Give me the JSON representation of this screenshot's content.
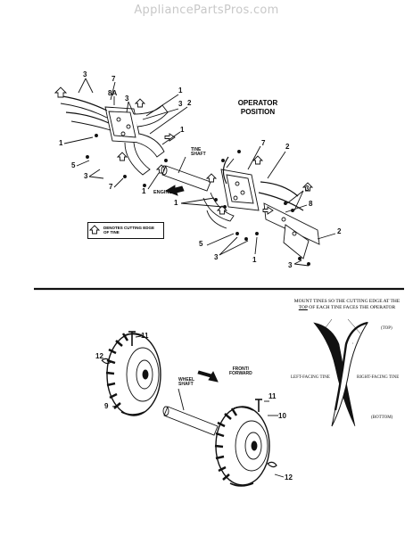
{
  "watermark": "AppliancePartsPros.com",
  "operator_position": {
    "line1": "OPERATOR",
    "line2": "POSITION"
  },
  "tine_shaft": {
    "line1": "TINE",
    "line2": "SHAFT"
  },
  "engine_label": "ENGINE",
  "legend": {
    "line1": "DENOTES CUTTING EDGE",
    "line2": "OF TINE"
  },
  "callouts_top": {
    "c3a": "3",
    "c7a": "7",
    "c8a": "8A",
    "c3b": "3",
    "c1a": "1",
    "c3c": "3",
    "c2a": "2",
    "c1b": "1",
    "c1c": "1",
    "c5a": "5",
    "c3d": "3",
    "c7b": "7",
    "c1d": "1",
    "c7c": "7",
    "c2b": "2",
    "c1e": "1",
    "c3e": "3",
    "c8b": "8",
    "c5b": "5",
    "c3f": "3",
    "c1f": "1",
    "c2c": "2",
    "c3g": "3"
  },
  "wheel_section": {
    "c11a": "11",
    "c12a": "12",
    "c9": "9",
    "wheel_shaft_line1": "WHEEL",
    "wheel_shaft_line2": "SHAFT",
    "front_line1": "FRONT/",
    "front_line2": "FORWARD",
    "c11b": "11",
    "c10": "10",
    "c12b": "12"
  },
  "tine_note": {
    "line1": "MOUNT TINES SO THE CUTTING EDGE AT THE",
    "line2_top": "TOP",
    "line2_rest": " OF EACH TINE FACES THE OPERATOR",
    "top_label": "(TOP)",
    "left_tine": "LEFT-FACING TINE",
    "right_tine": "RIGHT-FACING TINE",
    "bottom_label": "(BOTTOM)"
  }
}
